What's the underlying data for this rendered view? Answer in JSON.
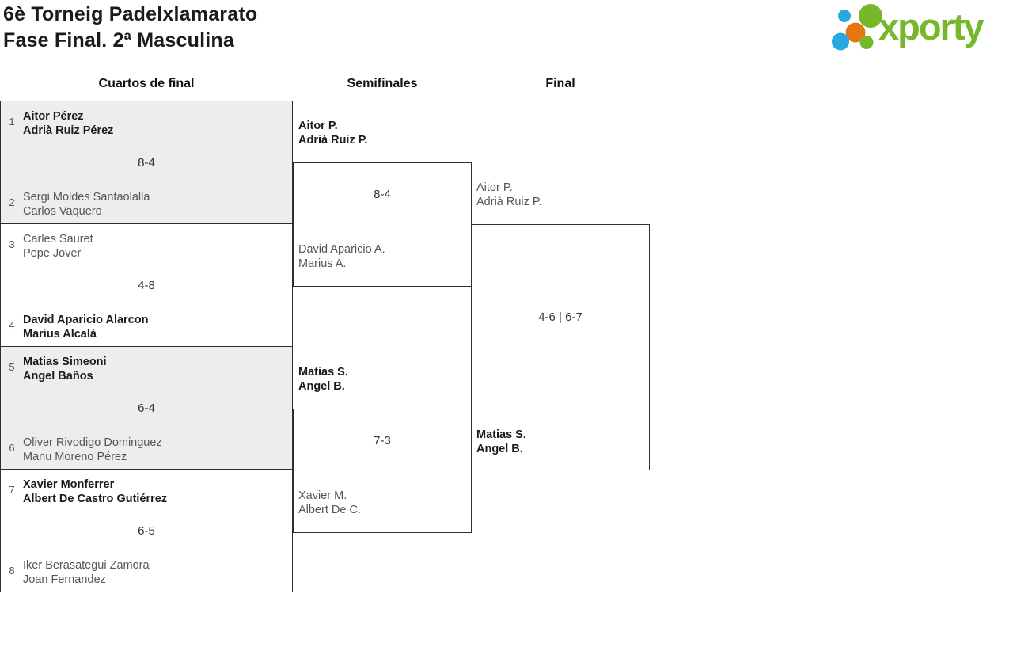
{
  "header": {
    "title_line1": "6è Torneig Padelxlamarato",
    "title_line2": "Fase Final. 2ª Masculina",
    "logo": {
      "wordmark": "xporty",
      "colors": {
        "green": "#76b82a",
        "blue": "#29a8e0",
        "orange": "#e87613"
      }
    }
  },
  "rounds": [
    {
      "label": "Cuartos de final"
    },
    {
      "label": "Semifinales"
    },
    {
      "label": "Final"
    }
  ],
  "colors": {
    "shaded_match_bg": "#ededed",
    "border": "#2e2e2e",
    "winner_text": "#1a1a1a",
    "loser_text": "#555555"
  },
  "bracket": {
    "quarterfinals": [
      {
        "seed_top": "1",
        "team_top": [
          "Aitor Pérez",
          "Adrià Ruiz Pérez"
        ],
        "top_winner": true,
        "score": "8-4",
        "seed_bottom": "2",
        "team_bottom": [
          "Sergi Moldes Santaolalla",
          "Carlos Vaquero"
        ],
        "bottom_winner": false
      },
      {
        "seed_top": "3",
        "team_top": [
          "Carles Sauret",
          "Pepe Jover"
        ],
        "top_winner": false,
        "score": "4-8",
        "seed_bottom": "4",
        "team_bottom": [
          "David Aparicio Alarcon",
          "Marius Alcalá"
        ],
        "bottom_winner": true
      },
      {
        "seed_top": "5",
        "team_top": [
          "Matias Simeoni",
          "Angel Baños"
        ],
        "top_winner": true,
        "score": "6-4",
        "seed_bottom": "6",
        "team_bottom": [
          "Oliver Rivodigo Dominguez",
          "Manu Moreno Pérez"
        ],
        "bottom_winner": false
      },
      {
        "seed_top": "7",
        "team_top": [
          "Xavier Monferrer",
          "Albert De Castro Gutiérrez"
        ],
        "top_winner": true,
        "score": "6-5",
        "seed_bottom": "8",
        "team_bottom": [
          "Iker Berasategui Zamora",
          "Joan Fernandez"
        ],
        "bottom_winner": false
      }
    ],
    "semifinals": [
      {
        "team_top": [
          "Aitor P.",
          "Adrià Ruiz P."
        ],
        "top_winner": true,
        "score": "8-4",
        "team_bottom": [
          "David Aparicio A.",
          "Marius A."
        ],
        "bottom_winner": false
      },
      {
        "team_top": [
          "Matias S.",
          "Angel B."
        ],
        "top_winner": true,
        "score": "7-3",
        "team_bottom": [
          "Xavier M.",
          "Albert De C."
        ],
        "bottom_winner": false
      }
    ],
    "final": {
      "team_top": [
        "Aitor P.",
        "Adrià Ruiz P."
      ],
      "top_winner": false,
      "score": "4-6 | 6-7",
      "team_bottom": [
        "Matias S.",
        "Angel B."
      ],
      "bottom_winner": true
    }
  }
}
